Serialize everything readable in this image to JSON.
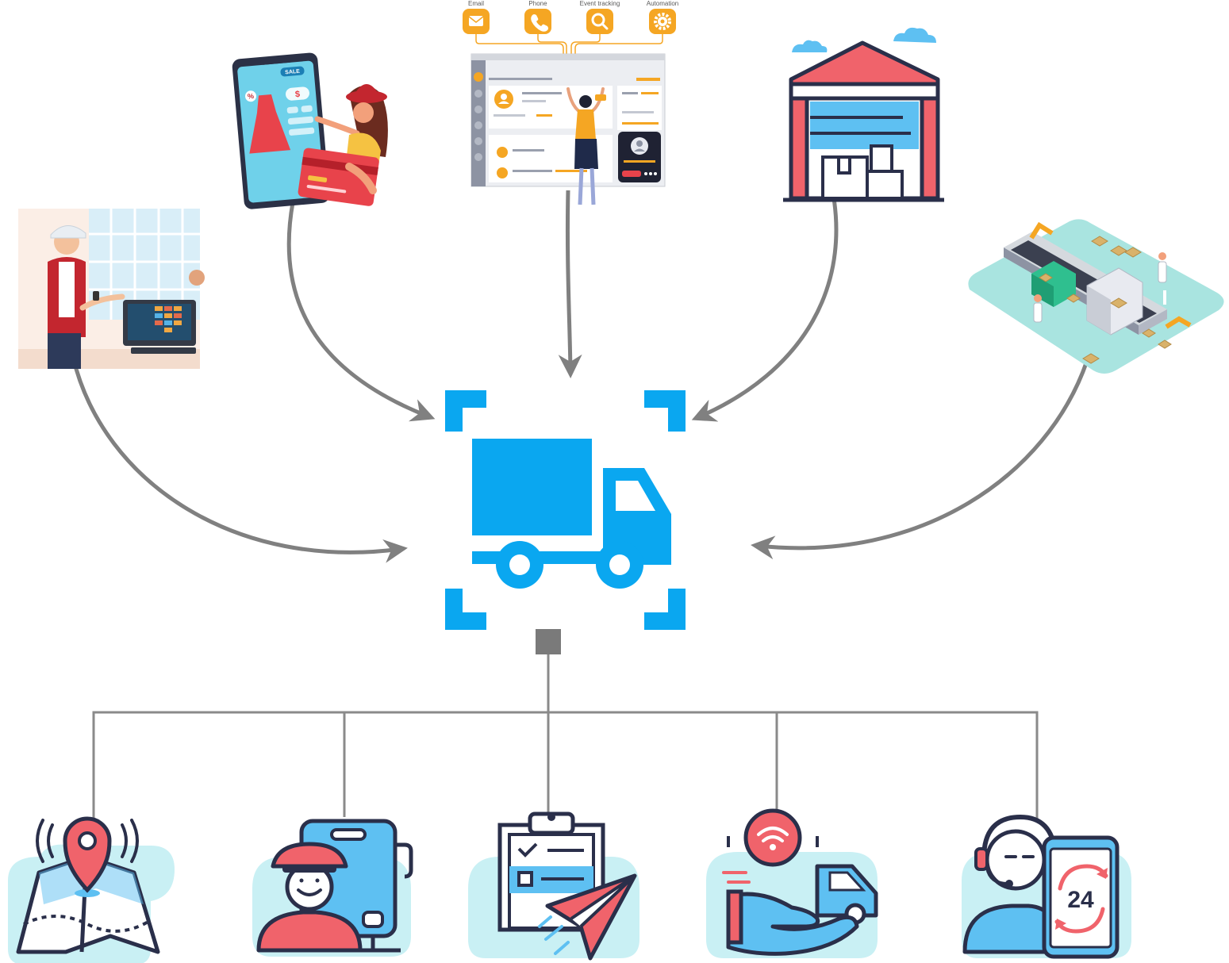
{
  "crm_panel": {
    "channels": [
      {
        "label": "Email",
        "icon": "envelope-icon"
      },
      {
        "label": "Phone",
        "icon": "phone-icon"
      },
      {
        "label": "Event tracking",
        "icon": "magnifier-icon"
      },
      {
        "label": "Automation",
        "icon": "gear-icon"
      }
    ]
  },
  "phone_screen": {
    "sale_badge": "SALE",
    "discount_glyph": "%",
    "price_glyph": "$"
  },
  "support_icon": {
    "hours": "24"
  },
  "colors": {
    "truck_blue": "#0aa7f0",
    "arrow_gray": "#808080",
    "connector_gray": "#8a8a8a",
    "accent_red": "#f0636b",
    "light_blue": "#5ec0f2",
    "outline_navy": "#2a2f4a",
    "orange": "#f5a623",
    "mint": "#a9e4e0"
  }
}
